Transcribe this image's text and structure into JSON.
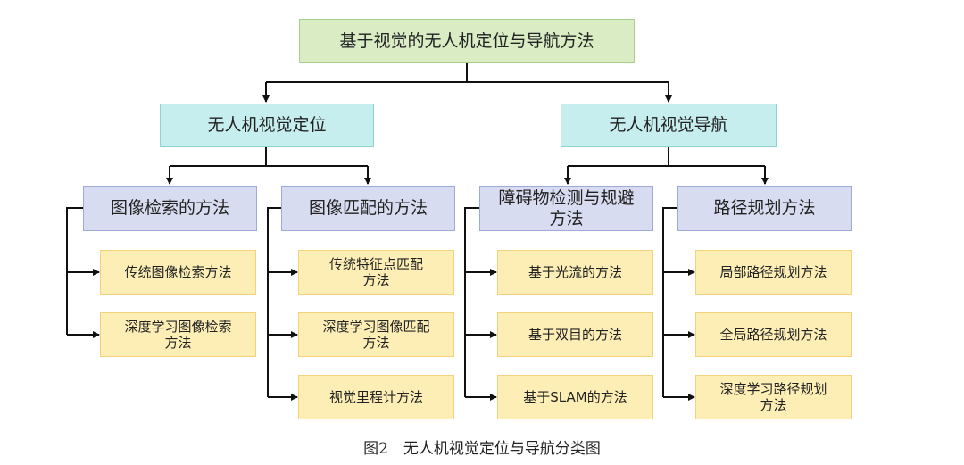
{
  "diagram": {
    "root": "基于视觉的无人机定位与导航方法",
    "branches": [
      {
        "label": "无人机视觉定位",
        "groups": [
          {
            "label": "图像检索的方法",
            "items": [
              "传统图像检索方法",
              "深度学习图像检索\n方法"
            ]
          },
          {
            "label": "图像匹配的方法",
            "items": [
              "传统特征点匹配\n方法",
              "深度学习图像匹配\n方法",
              "视觉里程计方法"
            ]
          }
        ]
      },
      {
        "label": "无人机视觉导航",
        "groups": [
          {
            "label": "障碍物检测与规避\n方法",
            "items": [
              "基于光流的方法",
              "基于双目的方法",
              "基于SLAM的方法"
            ]
          },
          {
            "label": "路径规划方法",
            "items": [
              "局部路径规划方法",
              "全局路径规划方法",
              "深度学习路径规划\n方法"
            ]
          }
        ]
      }
    ]
  },
  "caption": "图2　无人机视觉定位与导航分类图",
  "colors": {
    "root_fill": "#d9ecc4",
    "level1_fill": "#c7eeee",
    "level2_fill": "#d7dcf0",
    "level3_fill": "#fdeeb6",
    "connector": "#111111"
  }
}
